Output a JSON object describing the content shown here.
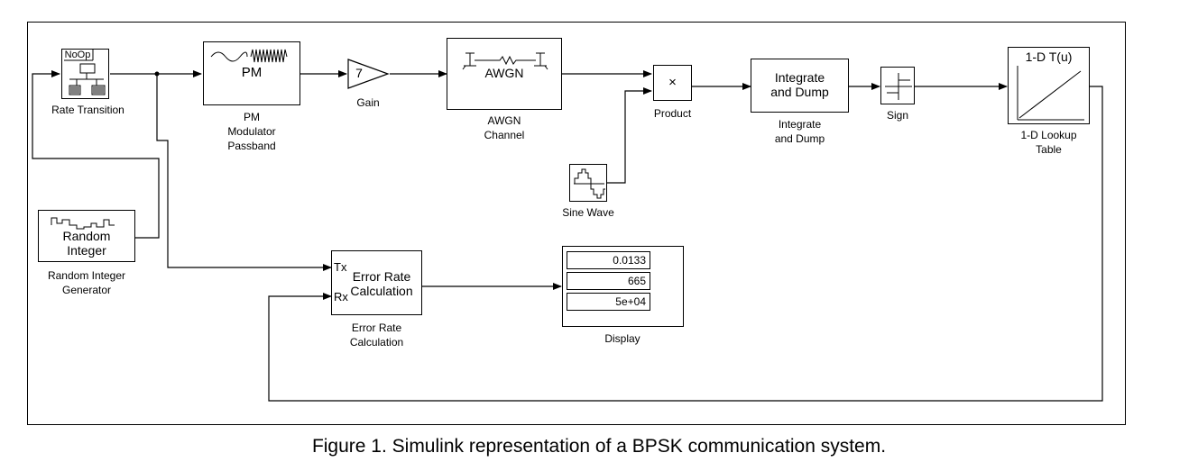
{
  "blocks": {
    "rate_transition": {
      "icon_text": "NoOp",
      "label": "Rate Transition"
    },
    "pm_modulator": {
      "icon_text": "PM",
      "label": "PM\nModulator\nPassband"
    },
    "gain": {
      "icon_text": "7",
      "label": "Gain"
    },
    "awgn": {
      "icon_text": "AWGN",
      "label": "AWGN\nChannel"
    },
    "product": {
      "icon_text": "×",
      "label": "Product"
    },
    "integrate_dump": {
      "icon_text": "Integrate\nand Dump",
      "label": "Integrate\nand Dump"
    },
    "sign": {
      "label": "Sign"
    },
    "lookup": {
      "icon_text": "1-D T(u)",
      "label": "1-D Lookup\nTable"
    },
    "sine_wave": {
      "label": "Sine Wave"
    },
    "random_integer": {
      "icon_text": "Random\nInteger",
      "label": "Random Integer\nGenerator"
    },
    "error_rate": {
      "icon_text": "Error Rate\nCalculation",
      "port_tx": "Tx",
      "port_rx": "Rx",
      "label": "Error Rate\nCalculation"
    },
    "display": {
      "values": [
        "0.0133",
        "665",
        "5e+04"
      ],
      "label": "Display"
    }
  },
  "caption": "Figure 1. Simulink representation of a BPSK communication system."
}
